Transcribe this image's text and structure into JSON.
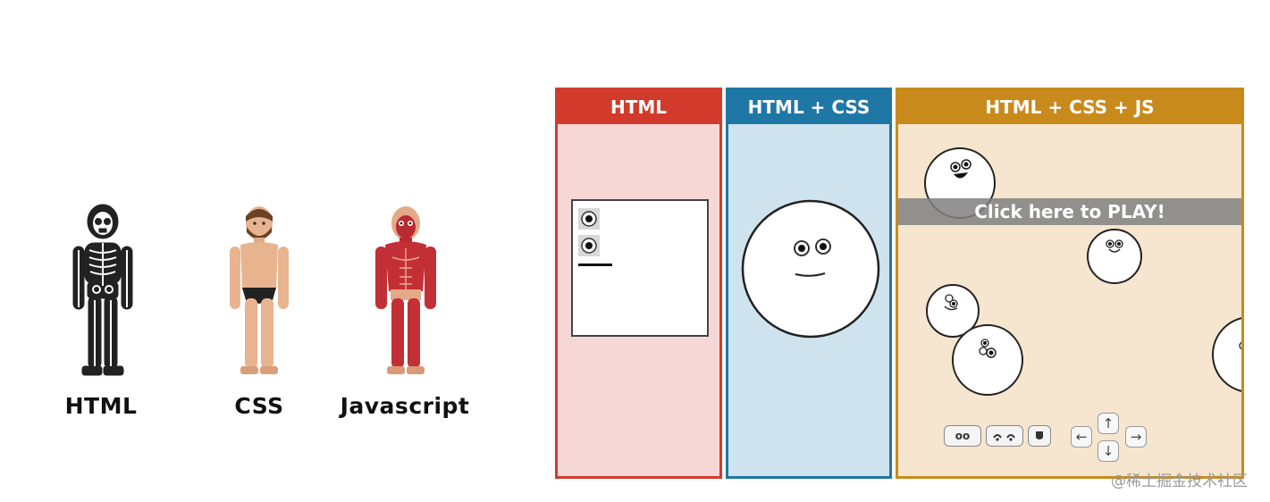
{
  "figures": [
    {
      "label": "HTML",
      "icon": "skeleton-icon"
    },
    {
      "label": "CSS",
      "icon": "person-icon"
    },
    {
      "label": "Javascript",
      "icon": "muscle-body-icon"
    }
  ],
  "panels": [
    {
      "title": "HTML",
      "color": "#d23b2c",
      "bg": "#f7d6d6"
    },
    {
      "title": "HTML + CSS",
      "color": "#1f77a6",
      "bg": "#cfe3ee"
    },
    {
      "title": "HTML + CSS + JS",
      "color": "#c98a1c",
      "bg": "#f6e6cf"
    }
  ],
  "js_panel": {
    "play_label": "Click here to PLAY!",
    "controls": [
      "oo",
      "eyebrows-icon",
      "mouth-icon"
    ],
    "arrows": [
      "↑",
      "←",
      "→",
      "↓"
    ]
  },
  "watermark": "@稀土掘金技术社区"
}
